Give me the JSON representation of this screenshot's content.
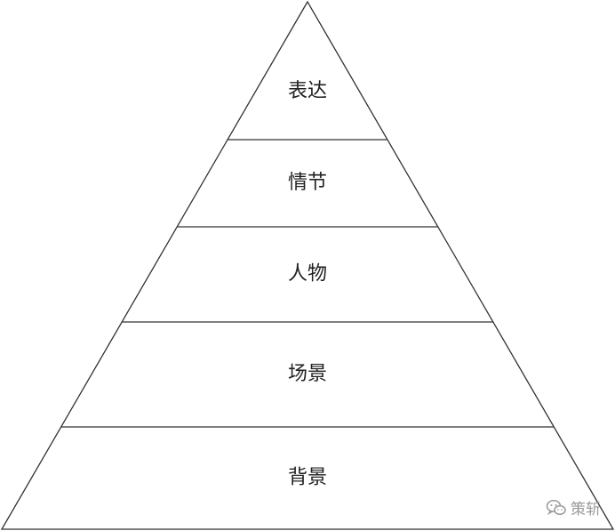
{
  "pyramid": {
    "tiers": [
      "表达",
      "情节",
      "人物",
      "场景",
      "背景"
    ],
    "stroke_color": "#333333",
    "fill_color": "#ffffff",
    "text_color": "#222222"
  },
  "watermark": {
    "icon": "wechat-icon",
    "text": "策斩"
  }
}
